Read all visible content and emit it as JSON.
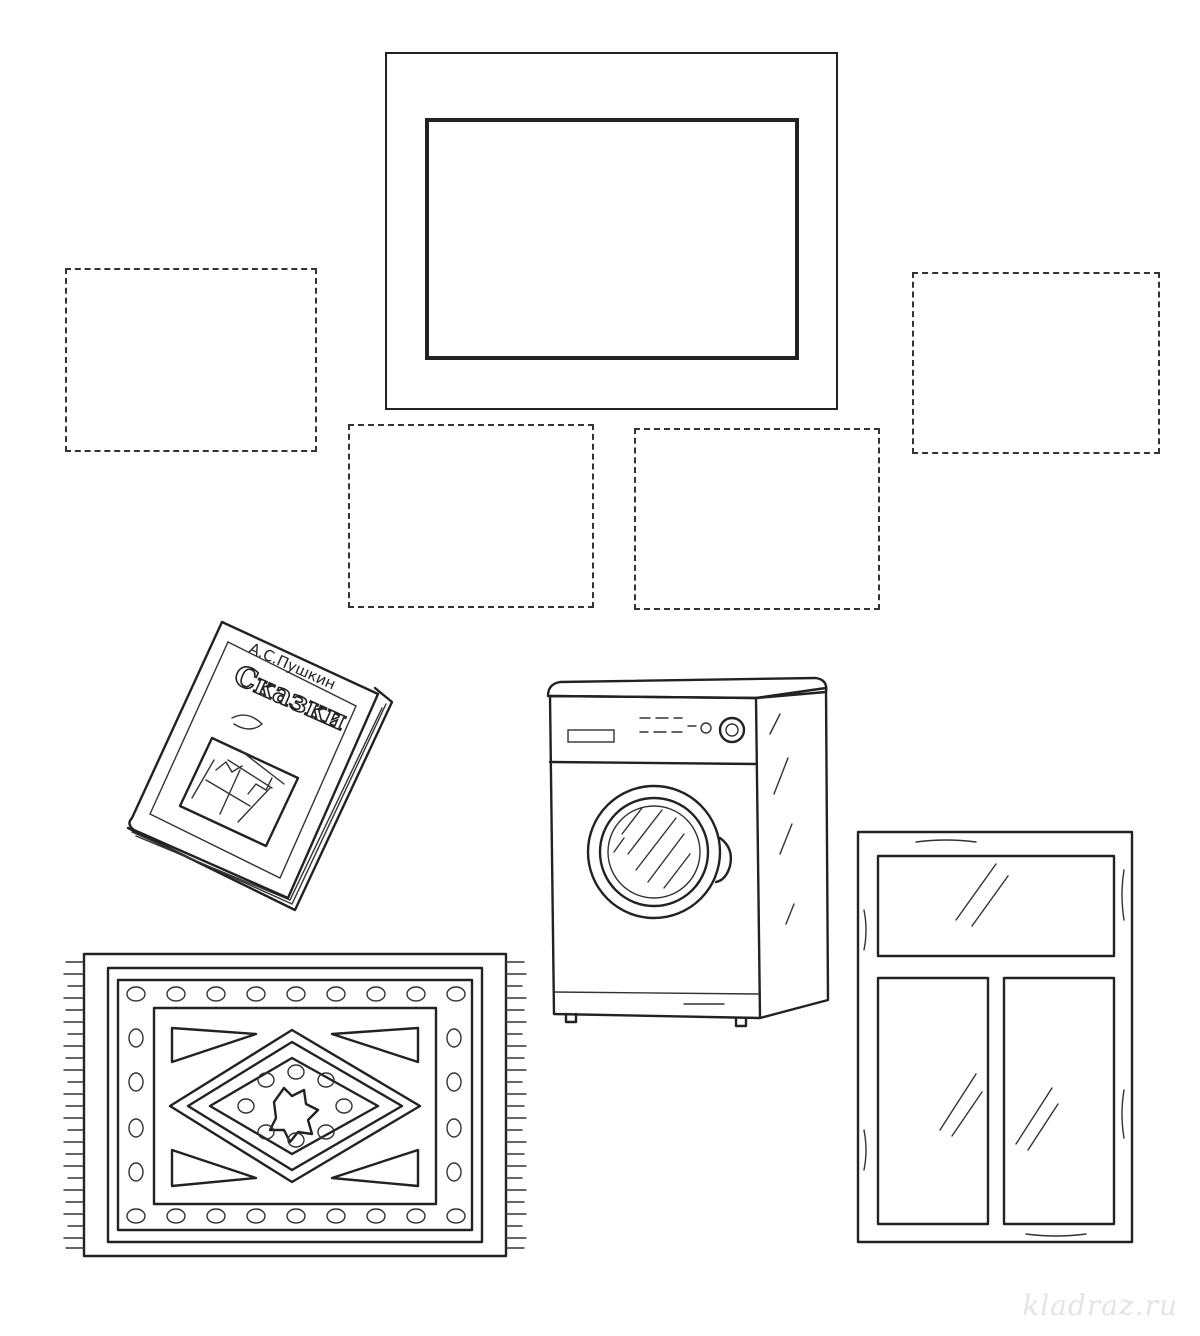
{
  "worksheet": {
    "book": {
      "author": "А.С.Пушкин",
      "title": "Сказки"
    },
    "items": [
      "picture-frame",
      "book",
      "washing-machine",
      "rug",
      "window"
    ]
  },
  "watermark": "kladraz.ru"
}
